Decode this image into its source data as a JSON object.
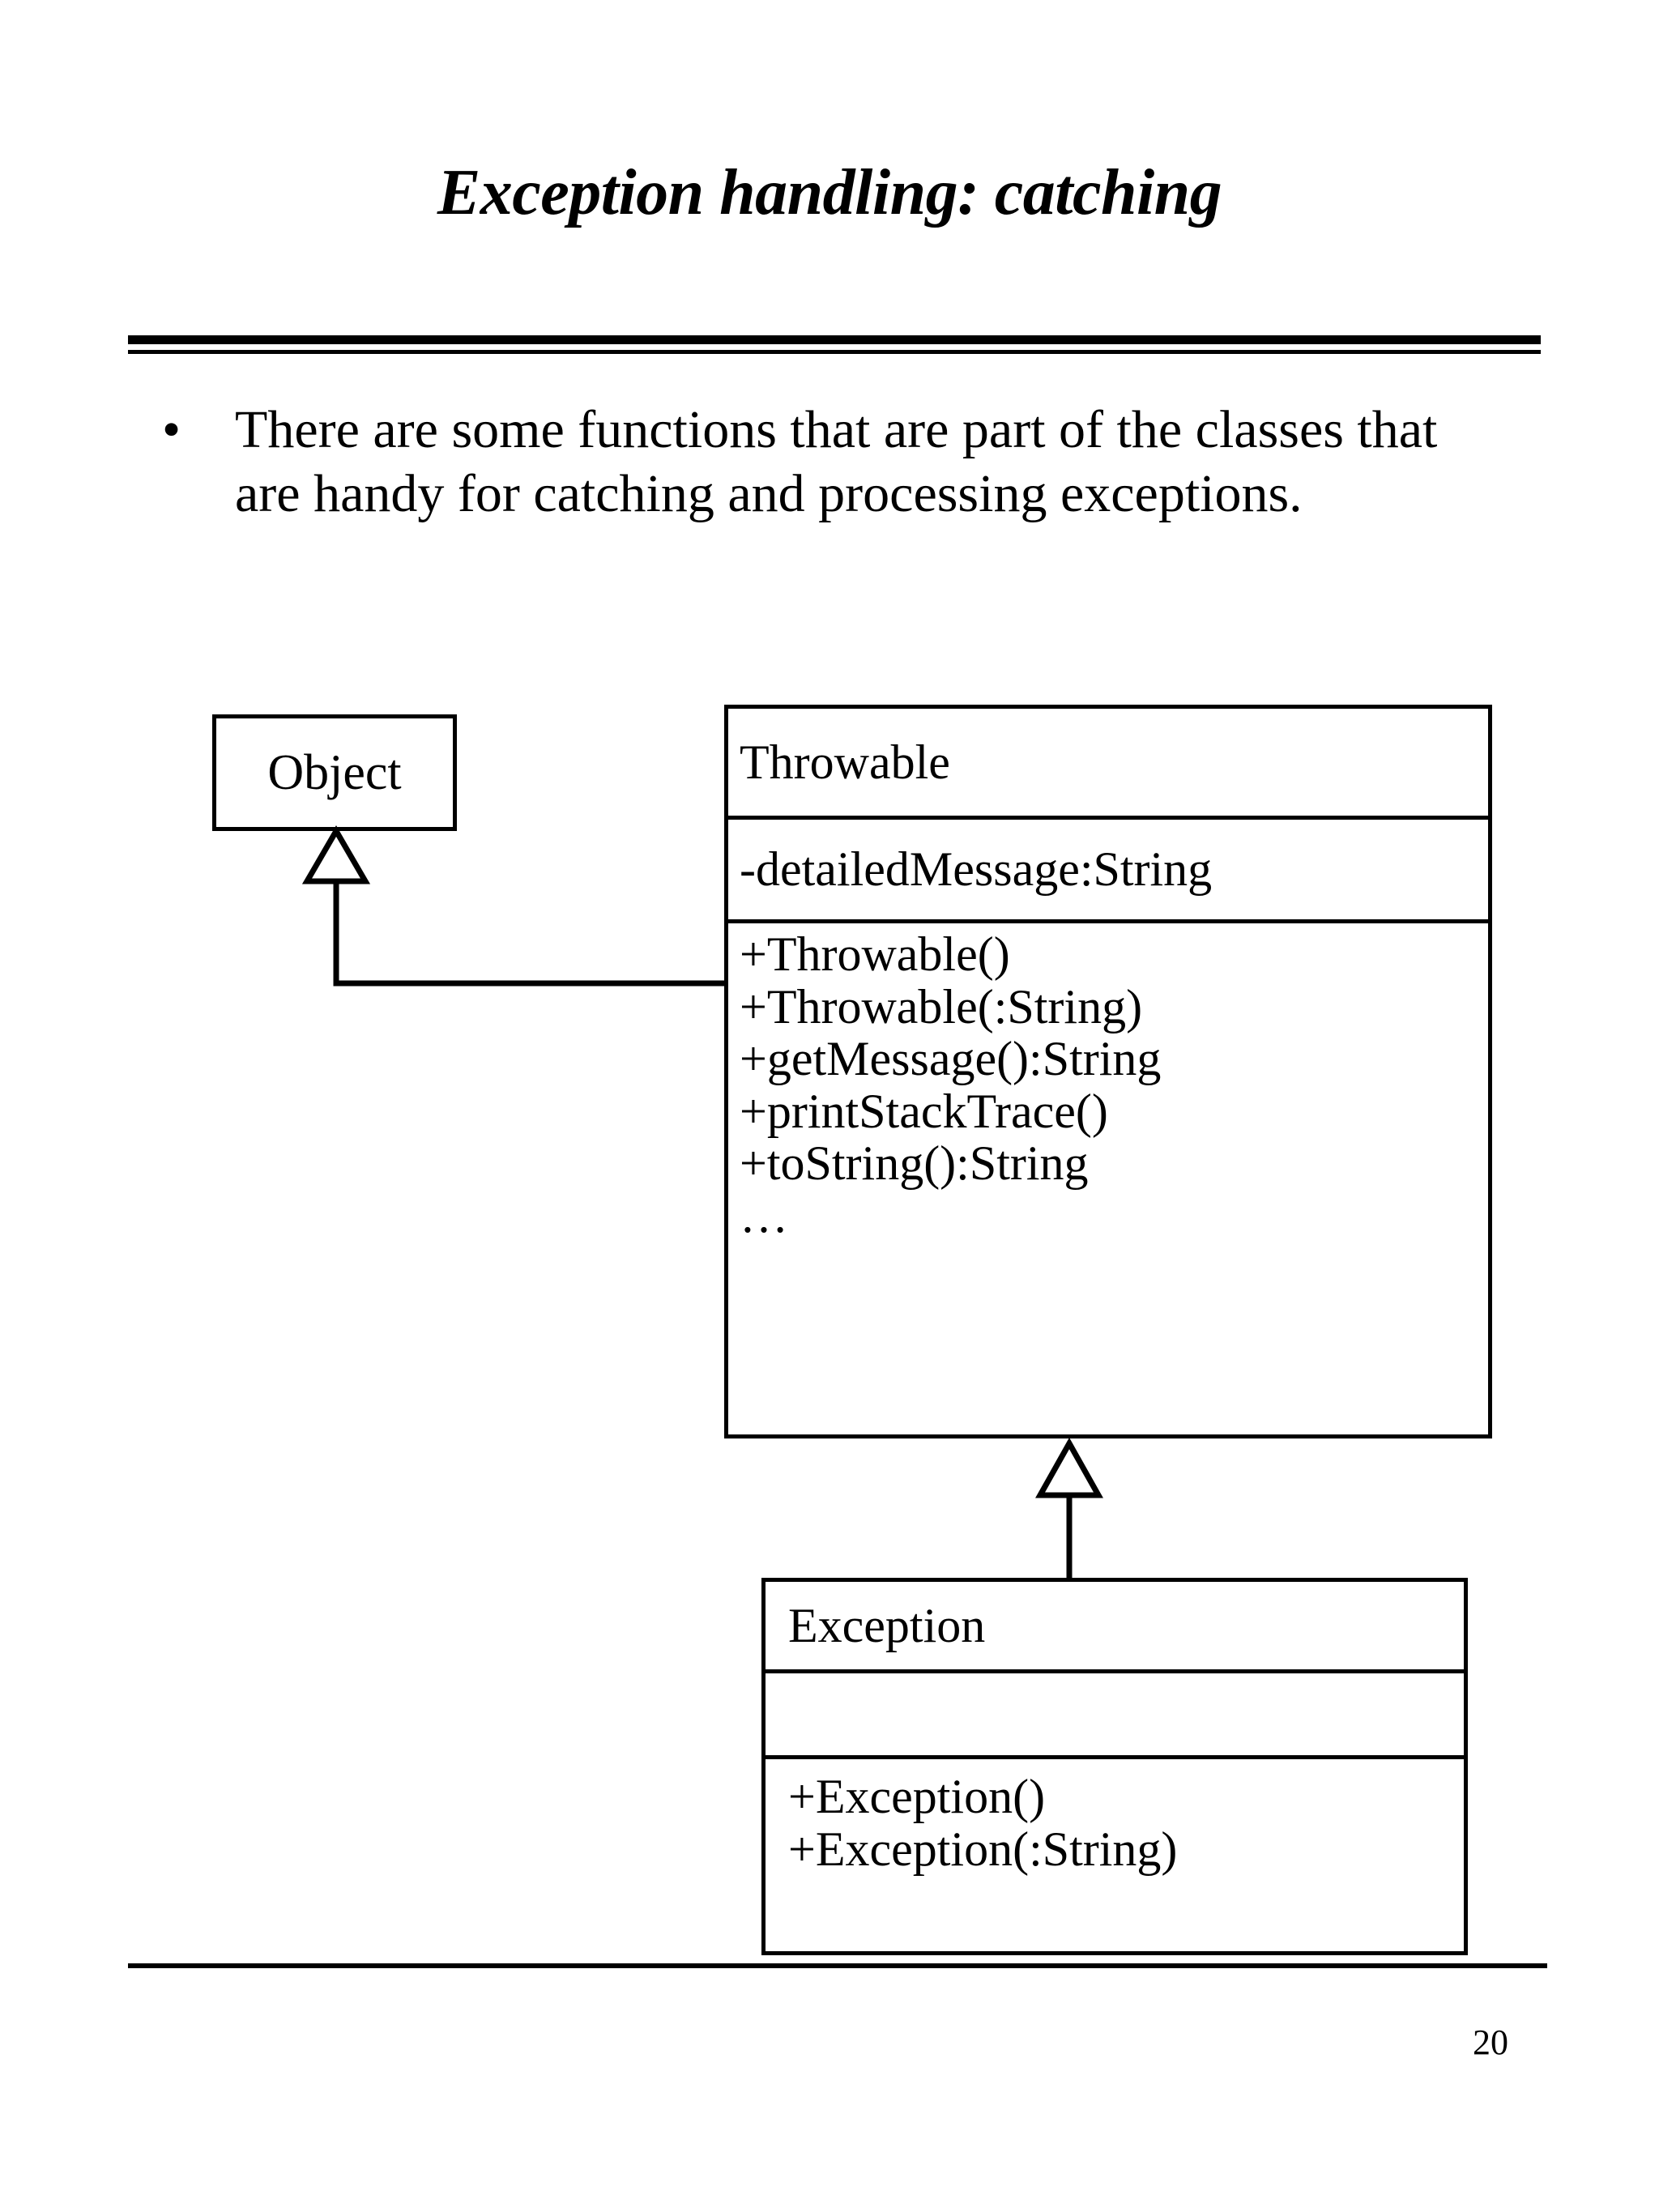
{
  "slide": {
    "title": "Exception handling: catching",
    "bullet_marker": "•",
    "bullet_text": "There are some functions that are part of the classes that are handy for catching and processing exceptions.",
    "page_number": "20",
    "colors": {
      "text": "#000000",
      "background": "#ffffff",
      "rule": "#000000"
    }
  },
  "diagram": {
    "type": "uml-class-diagram",
    "classes": [
      {
        "id": "object",
        "name": "Object",
        "attributes": [],
        "operations": []
      },
      {
        "id": "throwable",
        "name": "Throwable",
        "attributes": [
          "-detailedMessage:String"
        ],
        "operations": [
          "+Throwable()",
          "+Throwable(:String)",
          "+getMessage():String",
          "+printStackTrace()",
          "+toString():String",
          "…"
        ]
      },
      {
        "id": "exception",
        "name": "Exception",
        "attributes": [],
        "operations": [
          "+Exception()",
          "+Exception(:String)"
        ]
      }
    ],
    "relationships": [
      {
        "type": "generalization",
        "from": "throwable",
        "to": "object"
      },
      {
        "type": "generalization",
        "from": "exception",
        "to": "throwable"
      }
    ]
  }
}
